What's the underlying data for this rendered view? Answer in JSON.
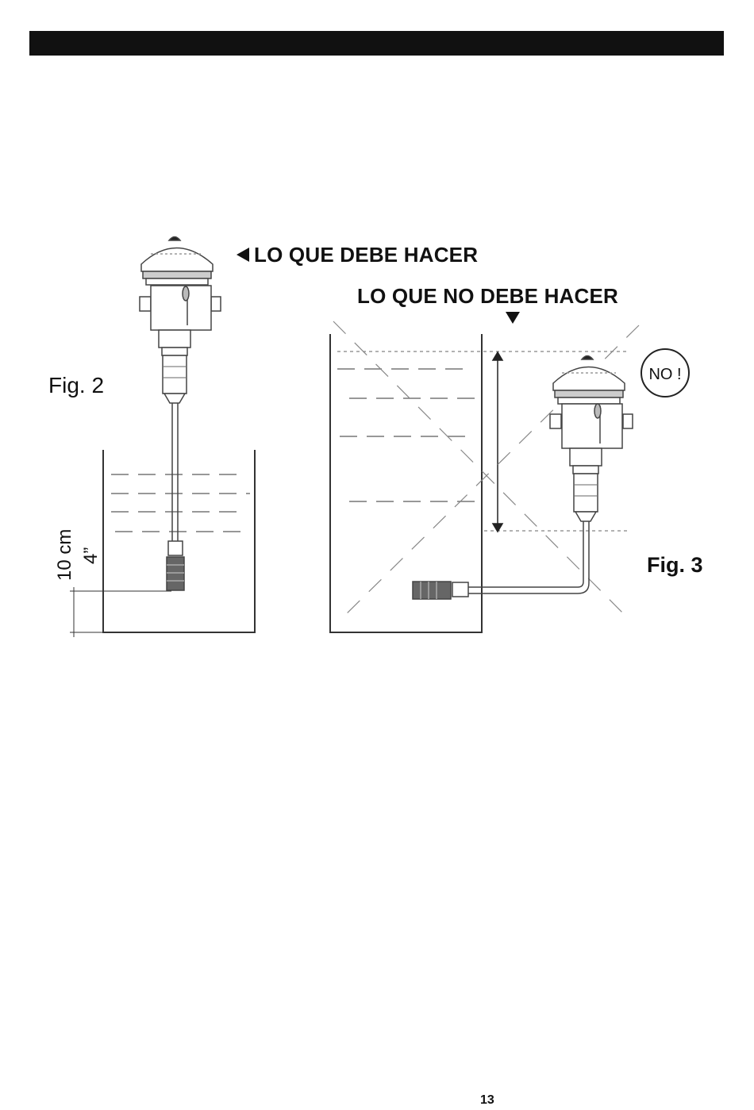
{
  "header": {
    "bar_color": "#111111"
  },
  "labels": {
    "do_label": "LO QUE DEBE HACER",
    "dont_label": "LO QUE NO DEBE HACER",
    "fig2": "Fig. 2",
    "fig3": "Fig. 3",
    "no_badge": "NO !",
    "dim_metric": "10 cm",
    "dim_imperial": "4”"
  },
  "icons": {
    "do_arrow": "triangle-left-icon",
    "dont_arrow": "triangle-down-icon"
  },
  "footer": {
    "page_number": "13"
  }
}
